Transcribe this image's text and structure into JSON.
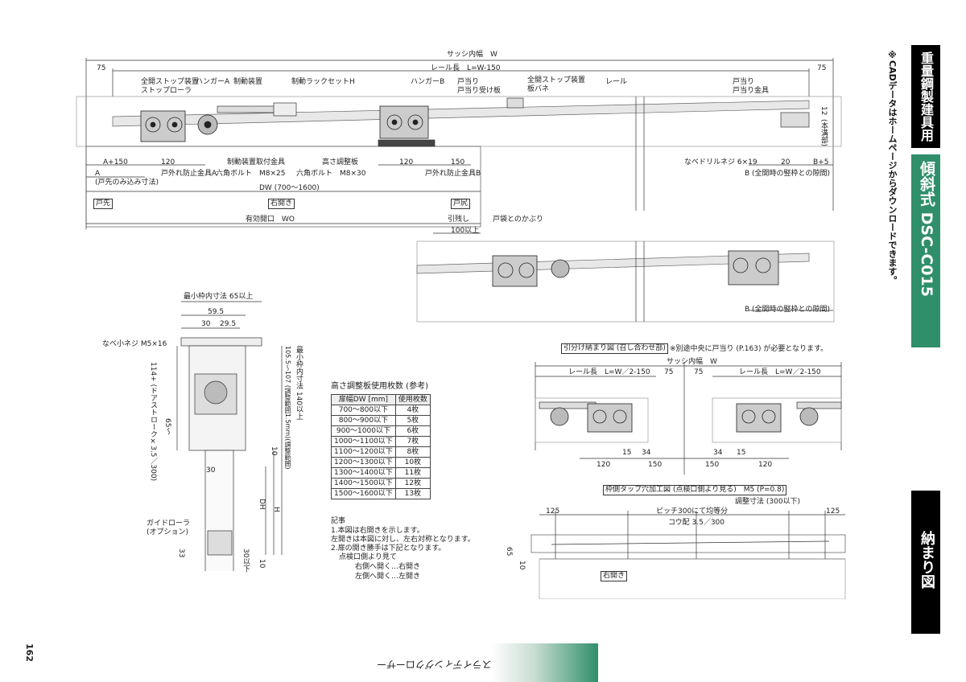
{
  "side": {
    "category": "重量鋼製建具用",
    "product": "傾斜式 DSC-C015",
    "section": "納まり図",
    "cad_note": "※CADデータはホームページからダウンロードできます。"
  },
  "footer": {
    "page_number": "162",
    "title": "スライディングクローザー"
  },
  "top": {
    "sash_width": "サッシ内幅　W",
    "rail_length": "レール長　L=W-150",
    "dim_75_left": "75",
    "dim_75_right": "75",
    "labels": {
      "stop_device_full_open_a": "全開ストップ装置",
      "stopper_roller": "ストップローラ",
      "hanger_a": "ハンガーA",
      "brake_device": "制動装置",
      "brake_rack_set": "制動ラックセットH",
      "hanger_b": "ハンガーB",
      "door_stop": "戸当り",
      "door_stop_plate": "戸当り受け板",
      "stop_device_full_open_b": "全開ストップ装置",
      "plate_spring": "板バネ",
      "rail": "レール",
      "door_stop_right": "戸当り",
      "door_stop_fitting": "戸当り金具",
      "brake_mount": "制動装置取付金具",
      "height_adjust_plate": "高さ調整板",
      "anti_drop_a": "戸外れ防止金具A",
      "hex_bolt_25": "六角ボルト　M8×25",
      "hex_bolt_30": "六角ボルト　M8×30",
      "anti_drop_b": "戸外れ防止金具B",
      "pan_drill_screw": "なべドリルネジ 6×19",
      "b_gap": "B (全開時の竪枠との隙間)",
      "b_gap_2": "B (全開時の竪枠との隙間)",
      "a150": "A+150",
      "d120a": "120",
      "d120b": "120",
      "d150": "150",
      "a": "A",
      "a_note": "(戸先のみ込み寸法)",
      "dw": "DW (700～1600)",
      "d20": "20",
      "b5": "B+5",
      "d12": "12",
      "d12_note": "(本溝部)",
      "door_front": "戸先",
      "right_open": "右開き",
      "door_rear": "戸尻",
      "effective_opening": "有効開口　WO",
      "pull_margin": "引残し",
      "overlap": "戸袋とのかぶり",
      "d100": "100以上"
    }
  },
  "section_view": {
    "min_frame_65": "最小枠内寸法 65以上",
    "d595": "59.5",
    "d30": "30",
    "d295": "29.5",
    "pan_screw": "なべ小ネジ M5×16",
    "stroke": "114+ (ドアストローク×3.5／300)",
    "d65": "65～",
    "adjust": "105.5～107 (調整範囲1.5mm)(調整範囲)",
    "min_frame_140": "最小枠内寸法 140以上",
    "d10a": "10",
    "d30b": "30",
    "dh": "DH",
    "h": "H",
    "guide_roller": "ガイドローラ",
    "guide_option": "(オプション)",
    "d33": "33",
    "d30c": "30以下",
    "d10b": "10"
  },
  "plate_table": {
    "title": "高さ調整板使用枚数 (参考)",
    "headers": [
      "扉幅DW [mm]",
      "使用枚数"
    ],
    "rows": [
      [
        "700～800以下",
        "4枚"
      ],
      [
        "800～900以下",
        "5枚"
      ],
      [
        "900～1000以下",
        "6枚"
      ],
      [
        "1000～1100以下",
        "7枚"
      ],
      [
        "1100～1200以下",
        "8枚"
      ],
      [
        "1200～1300以下",
        "10枚"
      ],
      [
        "1300～1400以下",
        "11枚"
      ],
      [
        "1400～1500以下",
        "12枚"
      ],
      [
        "1500～1600以下",
        "13枚"
      ]
    ]
  },
  "notes": {
    "heading": "記事",
    "lines": [
      "1.本図は右開きを示します。",
      "左開きは本図に対し、左右対称となります。",
      "2.扉の開き勝手は下記となります。",
      "点検口側より見て",
      "右側へ開く…右開き",
      "左側へ開く…左開き"
    ]
  },
  "split": {
    "title": "引分け納まり図 (召し合わせ部)",
    "note": "※別途中央に戸当り (P.163) が必要となります。",
    "sash_width": "サッシ内幅　W",
    "rail_left": "レール長　L=W／2-150",
    "rail_right": "レール長　L=W／2-150",
    "d75a": "75",
    "d75b": "75",
    "d15a": "15",
    "d34a": "34",
    "d34b": "34",
    "d15b": "15",
    "d120a": "120",
    "d150a": "150",
    "d150b": "150",
    "d120b": "120"
  },
  "tap": {
    "title": "枠側タップ穴加工図 (点検口側より見る)　M5 (P=0.8)",
    "adjust": "調整寸法 (300以下)",
    "d125a": "125",
    "pitch": "ピッチ300にて均等分",
    "d125b": "125",
    "slope": "コウ配 3.5／300",
    "d65": "65",
    "d10": "10",
    "right_open": "右開き"
  }
}
